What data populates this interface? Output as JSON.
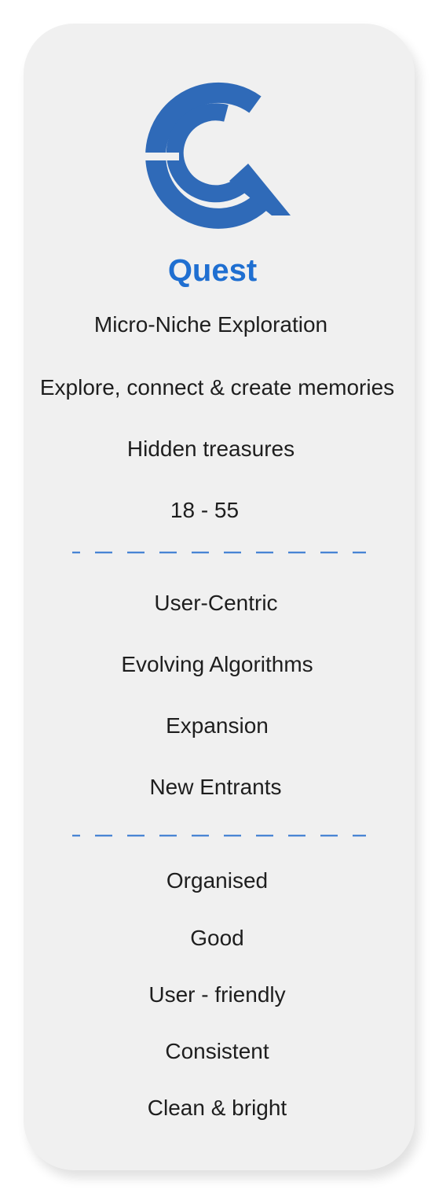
{
  "brand": {
    "name": "Quest",
    "color": "#1f6fd1",
    "logo_icon": "quest-q-logo-icon",
    "logo_color": "#2f6ab8"
  },
  "section1": {
    "items": [
      "Micro-Niche Exploration",
      "Explore, connect & create memories",
      "Hidden treasures",
      "18 - 55"
    ]
  },
  "section2": {
    "items": [
      "User-Centric",
      "Evolving Algorithms",
      "Expansion",
      "New Entrants"
    ]
  },
  "section3": {
    "items": [
      "Organised",
      "Good",
      "User - friendly",
      "Consistent",
      "Clean & bright"
    ]
  },
  "divider_color": "#2f74d0"
}
